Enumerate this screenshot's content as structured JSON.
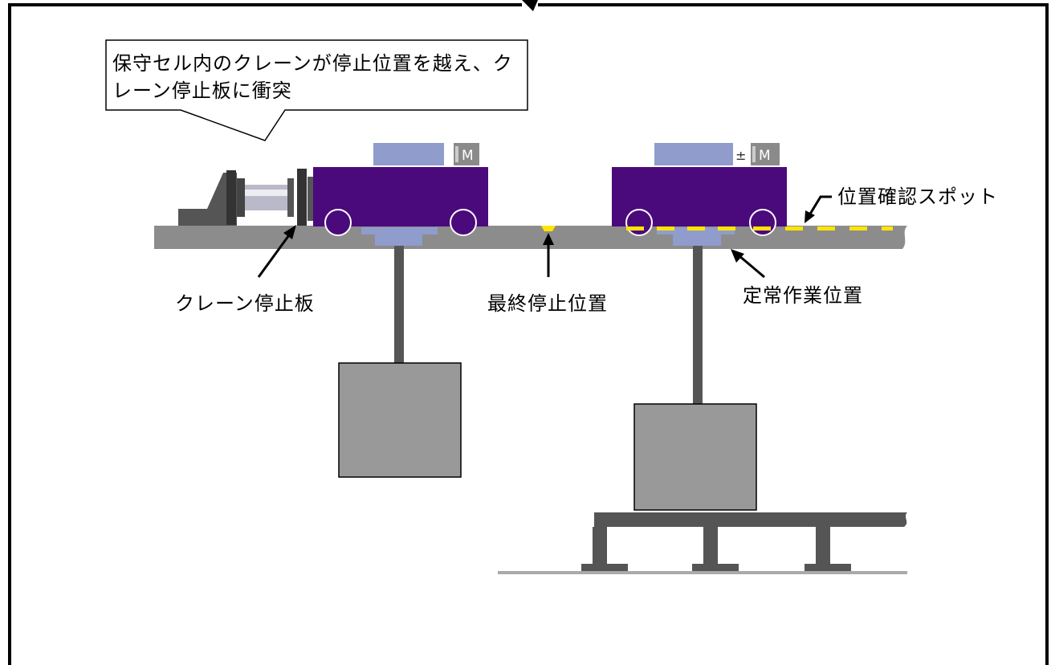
{
  "callout": {
    "text": "保守セル内のクレーンが停止位置を越え、クレーン停止板に衝突"
  },
  "labels": {
    "crane_stop_plate": "クレーン停止板",
    "final_stop_position": "最終停止位置",
    "normal_work_position": "定常作業位置",
    "position_check_spot": "位置確認スポット"
  },
  "motor_letter": "M",
  "colors": {
    "crane_body": "#4b0a7c",
    "crane_top": "#8f9ccc",
    "rail": "#8c8c8c",
    "spot": "#ffe400",
    "load": "#999999"
  }
}
